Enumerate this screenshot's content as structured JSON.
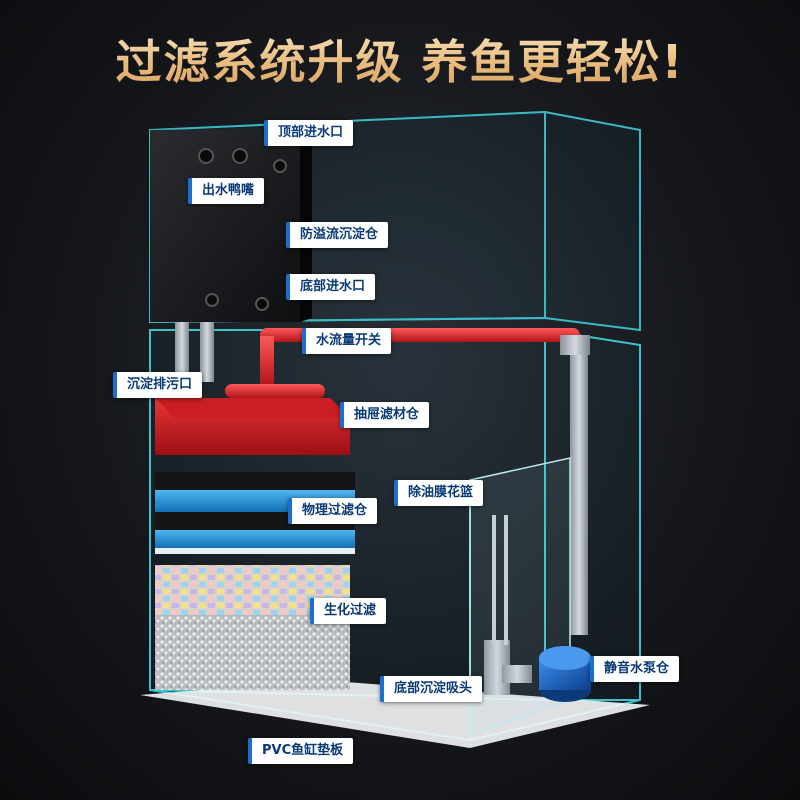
{
  "headline": "过滤系统升级 养鱼更轻松!",
  "labels": {
    "top_inlet": "顶部进水口",
    "duck_outlet": "出水鸭嘴",
    "overflow_chamber": "防溢流沉淀仓",
    "bottom_inlet": "底部进水口",
    "flow_switch": "水流量开关",
    "sediment_drain": "沉淀排污口",
    "drawer_chamber": "抽屉滤材仓",
    "oil_basket": "除油膜花篮",
    "physical_chamber": "物理过滤仓",
    "bio_filter": "生化过滤",
    "pump_chamber": "静音水泵仓",
    "bottom_suction": "底部沉淀吸头",
    "pvc_pad": "PVC鱼缸垫板"
  },
  "colors": {
    "glass_edge": "#3fd6e0",
    "pipe_red": "#e0242a",
    "sponge_blue": "#1c8fd8",
    "sponge_black": "#1a1a1a",
    "label_text": "#0a3a78",
    "headline_gold": "#e7b97a"
  }
}
